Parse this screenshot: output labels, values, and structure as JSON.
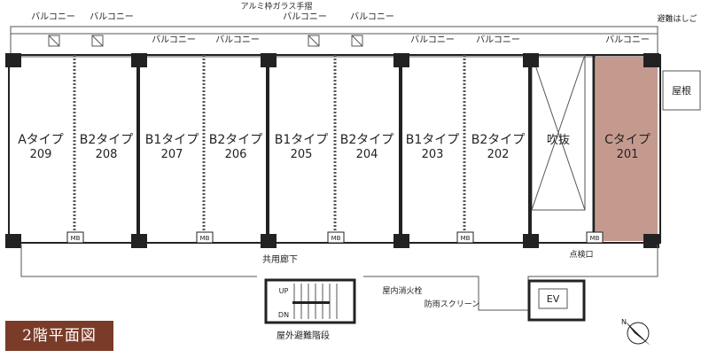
{
  "title": "2階平面図",
  "colors": {
    "highlight": "#c59a8e",
    "wall": "#222222",
    "title_bg": "#7a3b28"
  },
  "units": [
    {
      "type": "Aタイプ",
      "number": "209"
    },
    {
      "type": "B2タイプ",
      "number": "208"
    },
    {
      "type": "B1タイプ",
      "number": "207"
    },
    {
      "type": "B2タイプ",
      "number": "206"
    },
    {
      "type": "B1タイプ",
      "number": "205"
    },
    {
      "type": "B2タイプ",
      "number": "204"
    },
    {
      "type": "B1タイプ",
      "number": "203"
    },
    {
      "type": "B2タイプ",
      "number": "202"
    },
    {
      "type": "Cタイプ",
      "number": "201",
      "highlighted": true
    }
  ],
  "void_label": "吹抜",
  "roof_label": "屋根",
  "mb_label": "MB",
  "ev_label": "EV",
  "balcony_label": "バルコニー",
  "labels": {
    "aluminum_glass_rail": "アルミ枠ガラス手摺",
    "evac_ladder": "避難はしご",
    "corridor": "共用廊下",
    "inspection_port": "点検口",
    "fire_hydrant": "屋内消火栓",
    "rain_screen": "防雨スクリーン",
    "outdoor_stairs": "屋外避難階段",
    "up": "UP",
    "dn": "DN",
    "north": "N"
  }
}
